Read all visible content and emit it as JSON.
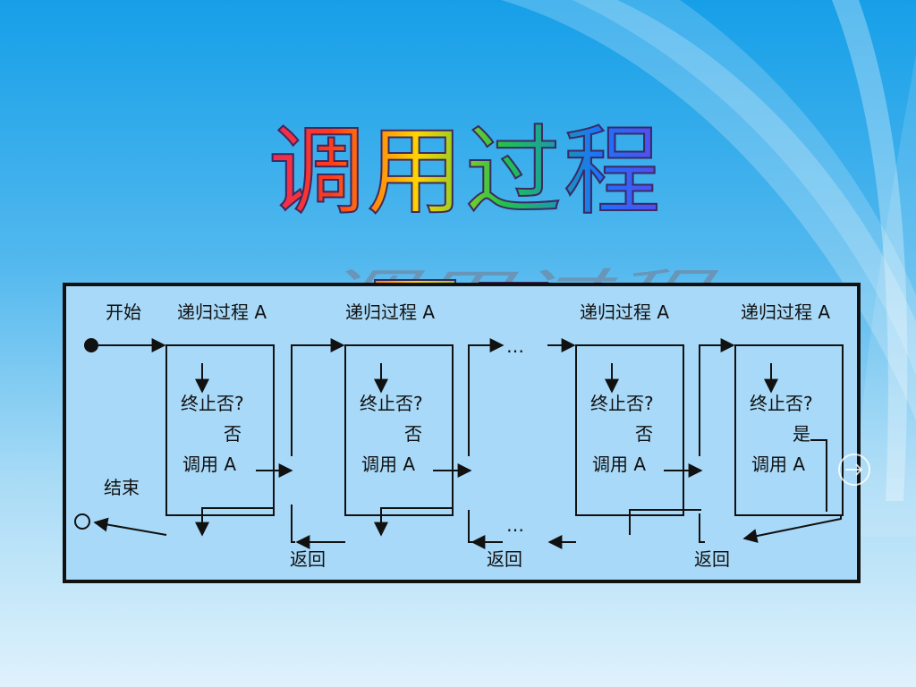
{
  "slide": {
    "title": "调用过程图示"
  },
  "diagram": {
    "start_label": "开始",
    "end_label": "结束",
    "ellipsis": "…",
    "procedures": [
      {
        "header": "递归过程 A",
        "question": "终止否?",
        "answer": "否",
        "call": "调用 A"
      },
      {
        "header": "递归过程 A",
        "question": "终止否?",
        "answer": "否",
        "call": "调用 A"
      },
      {
        "header": "递归过程 A",
        "question": "终止否?",
        "answer": "否",
        "call": "调用 A"
      },
      {
        "header": "递归过程 A",
        "question": "终止否?",
        "answer": "是",
        "call": "调用 A"
      }
    ],
    "returns": [
      "返回",
      "返回",
      "返回"
    ]
  },
  "nav": {
    "icon": "next-slide-icon"
  }
}
